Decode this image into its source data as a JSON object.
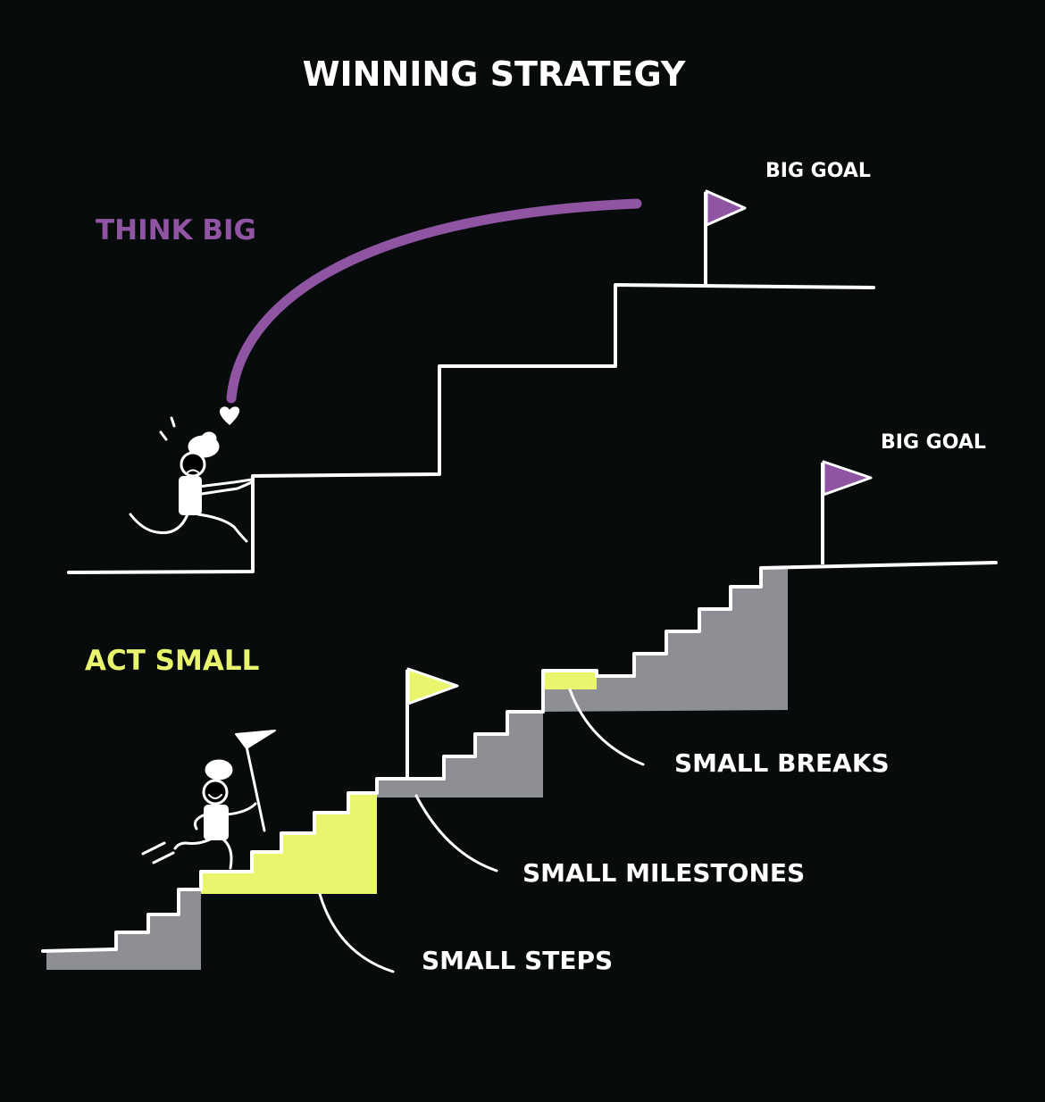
{
  "title": "WINNING STRATEGY",
  "think_big": {
    "label": "THINK BIG",
    "goal_label": "BIG GOAL"
  },
  "act_small": {
    "label": "ACT SMALL",
    "goal_label": "BIG GOAL",
    "callouts": {
      "breaks": "SMALL BREAKS",
      "milestones": "SMALL MILESTONES",
      "steps": "SMALL STEPS"
    }
  },
  "colors": {
    "background": "#070b0c",
    "line": "#ffffff",
    "purple": "#8f55a3",
    "yellow": "#e9f56c",
    "gray": "#8e8f95"
  }
}
